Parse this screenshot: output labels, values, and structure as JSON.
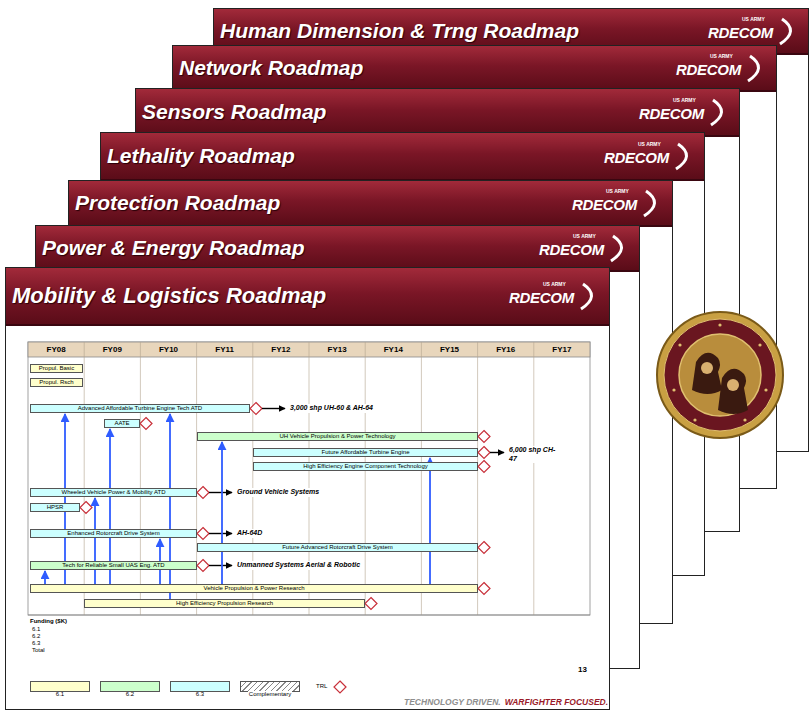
{
  "diagram": {
    "nodes": [
      {
        "text": [
          "Human Dimension & Trng Roadmap"
        ]
      },
      {
        "text": [
          "Network Roadmap"
        ]
      },
      {
        "text": [
          "Sensors Roadmap"
        ]
      },
      {
        "text": [
          "Lethality Roadmap"
        ]
      },
      {
        "text": [
          "Protection Roadmap"
        ]
      },
      {
        "text": [
          "Power & Energy Roadmap"
        ]
      },
      {
        "text": [
          "Mobility & Logistics Roadmap"
        ]
      },
      {
        "text": [
          "Propul. Basic"
        ],
        "in": 6
      },
      {
        "text": [
          "Propul. Rsch"
        ],
        "in": 6
      },
      {
        "text": [
          "Advanced Affordable Turbine Engine Tech ATD"
        ],
        "in": 6
      },
      {
        "text": [
          "AATE"
        ],
        "in": 6
      },
      {
        "text": [
          "UH Vehicle Propulsion & Power Technology"
        ],
        "in": 6
      },
      {
        "text": [
          "Future Affordable Turbine Engine"
        ],
        "in": 6
      },
      {
        "text": [
          "High Efficiency Engine Component Technology"
        ],
        "in": 6
      },
      {
        "text": [
          "Wheeled Vehicle Power & Mobility ATD"
        ],
        "in": 6
      },
      {
        "text": [
          "HPSR"
        ],
        "in": 6
      },
      {
        "text": [
          "Enhanced Rotorcraft Drive System"
        ],
        "in": 6
      },
      {
        "text": [
          "Future Advanced Rotorcraft Drive System"
        ],
        "in": 6
      },
      {
        "text": [
          "Tech for Reliable Small UAS Eng. ATD"
        ],
        "in": 6
      },
      {
        "text": [
          "Vehicle Propulsion & Power Research"
        ],
        "in": 6
      },
      {
        "text": [
          "High Efficiency Propulsion Research"
        ],
        "in": 6
      }
    ],
    "edges": [
      {
        "from": 19,
        "to": 18,
        "arrow": "to"
      },
      {
        "from": 19,
        "to": 9,
        "arrow": "to"
      },
      {
        "from": 19,
        "to": 14,
        "arrow": "to"
      },
      {
        "from": 19,
        "to": 10,
        "arrow": "to"
      },
      {
        "from": 19,
        "to": 16,
        "arrow": "to"
      },
      {
        "from": 20,
        "to": 9,
        "arrow": "to"
      },
      {
        "from": 19,
        "to": 11,
        "arrow": "to"
      },
      {
        "from": 19,
        "to": 12,
        "arrow": "to"
      }
    ],
    "labels": [
      "US ARMY",
      "RDECOM",
      "US ARMY",
      "RDECOM",
      "US ARMY",
      "RDECOM",
      "US ARMY",
      "RDECOM",
      "US ARMY",
      "RDECOM",
      "US ARMY",
      "RDECOM",
      "US ARMY",
      "RDECOM",
      "FY08",
      "FY09",
      "FY10",
      "FY11",
      "FY12",
      "FY13",
      "FY14",
      "FY15",
      "FY16",
      "FY17",
      "3,000 shp UH-60 & AH-64",
      "6,000 shp CH-47",
      "Ground Vehicle Systems",
      "AH-64D",
      "Unmanned Systems Aerial & Robotic",
      "Funding ($K)",
      "6.1",
      "6.2",
      "6.3",
      "Total",
      "13",
      "TECHNOLOGY DRIVEN.",
      "WARFIGHTER FOCUSED."
    ],
    "legend": [
      {
        "text": "6.1",
        "color": "#ffffcc"
      },
      {
        "text": "6.2",
        "color": "#ccffcc"
      },
      {
        "text": "6.3",
        "color": "#ccffff"
      },
      {
        "text": "Complementary"
      },
      {
        "text": "TRL"
      }
    ]
  }
}
